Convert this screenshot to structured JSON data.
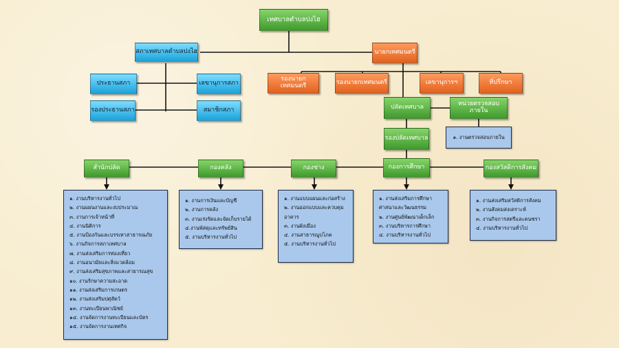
{
  "top": {
    "municipality": "เทศบาลตำบลปงไฮ"
  },
  "council": {
    "title": "สภาเทศบาลตำบลปงไฮ",
    "chair": "ประธานสภา",
    "secretary": "เลขานุการสภา",
    "vice_chair": "รองประธานสภา",
    "members": "สมาชิกสภา"
  },
  "executive": {
    "mayor": "นายกเทศมนตรี",
    "deputy_1": "รองนายกเทศมนตรี",
    "deputy_2": "รองนายกเทศมนตรี",
    "secretary": "เลขานุการฯ",
    "advisor": "ที่ปรึกษา"
  },
  "admin": {
    "clerk": "ปลัดเทศบาล",
    "audit_unit": "หน่วยตรวจสอบภายใน",
    "audit_item": "๑. งานตรวจสอบภายใน",
    "deputy_clerk": "รองปลัดเทศบาล"
  },
  "divisions": [
    {
      "name": "สำนักปลัด",
      "items": [
        "๑. งานบริหารงานทั่วไป",
        "๒. งานแผนงานและงบประมาณ",
        "๓. งานการเจ้าหน้าที่",
        "๔. งานนิติการ",
        "๕. งานป้องกันและบรรเทาสาธารณภัย",
        "๖. งานกิจการสภาเทศบาล",
        "๗. งานส่งเสริมการท่องเที่ยว",
        "๘. งานอนามัยและสิ่งแวดล้อม",
        "๙. งานส่งเสริมสุขภาพและสาธารณสุข",
        "๑๐. งานรักษาความสะอาด",
        "๑๑. งานส่งเสริมการเกษตร",
        "๑๒. งานส่งเสริมปศุสัตว์",
        "๑๓. งานทะเบียนพาณิชย์",
        "๑๔. งานจัดการงานทะเบียนและบัตร",
        "๑๕. งานจัดการงานเทศกิจ"
      ]
    },
    {
      "name": "กองคลัง",
      "items": [
        "๑. งานการเงินและบัญชี",
        "๒. งานการคลัง",
        "๓. งานเร่งรัดและจัดเก็บรายได้",
        "๔.งานพัสดุและทรัพย์สิน",
        "๕. งานบริหารงานทั่วไป"
      ]
    },
    {
      "name": "กองช่าง",
      "items": [
        "๑. งานแบบแผนและก่อสร้าง",
        "๒. งานออกแบบและควบคุม",
        "อาคาร",
        "๓. งานผังเมือง",
        "๔. งานสาธารณูปโภค",
        "๕. งานบริหารงานทั่วไป"
      ]
    },
    {
      "name": "กองการศึกษา",
      "items": [
        "๑. งานส่งเสริมการศึกษา",
        "ศาสนาและวัฒนธรรม",
        "๒. งานศูนย์พัฒนาเด็กเล็ก",
        "๓. งานบริหารการศึกษา",
        "๔. งานบริหารงานทั่วไป"
      ]
    },
    {
      "name": "กองสวัสดิการสังคม",
      "items": [
        "๑. งานส่งเสริมสวัสดิการสังคม",
        "๒. งานสังคมสงเคราะห์",
        "๓. งานกิจการสตรีและคนชรา",
        "๔. งานบริหารงานทั่วไป"
      ]
    }
  ]
}
